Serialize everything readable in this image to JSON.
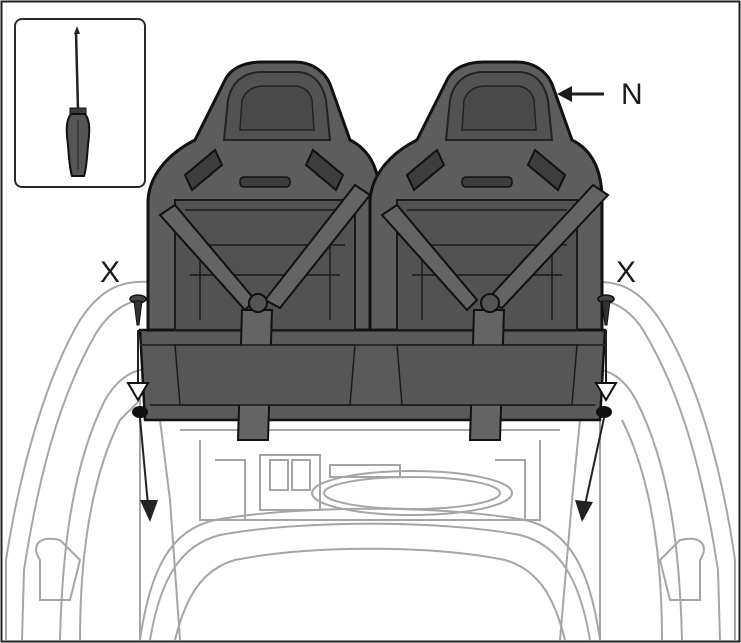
{
  "labels": {
    "seat_callout": "N",
    "screw_callout_left": "X",
    "screw_callout_right": "X"
  },
  "tool_icon": "screwdriver-icon",
  "colors": {
    "seat_fill": "#5a5a5a",
    "seat_dark": "#3f3f3f",
    "seat_light": "#6e6e6e",
    "outline": "#111111",
    "car_body": "#9a9a9a",
    "belt": "#646464",
    "background": "#ffffff"
  }
}
